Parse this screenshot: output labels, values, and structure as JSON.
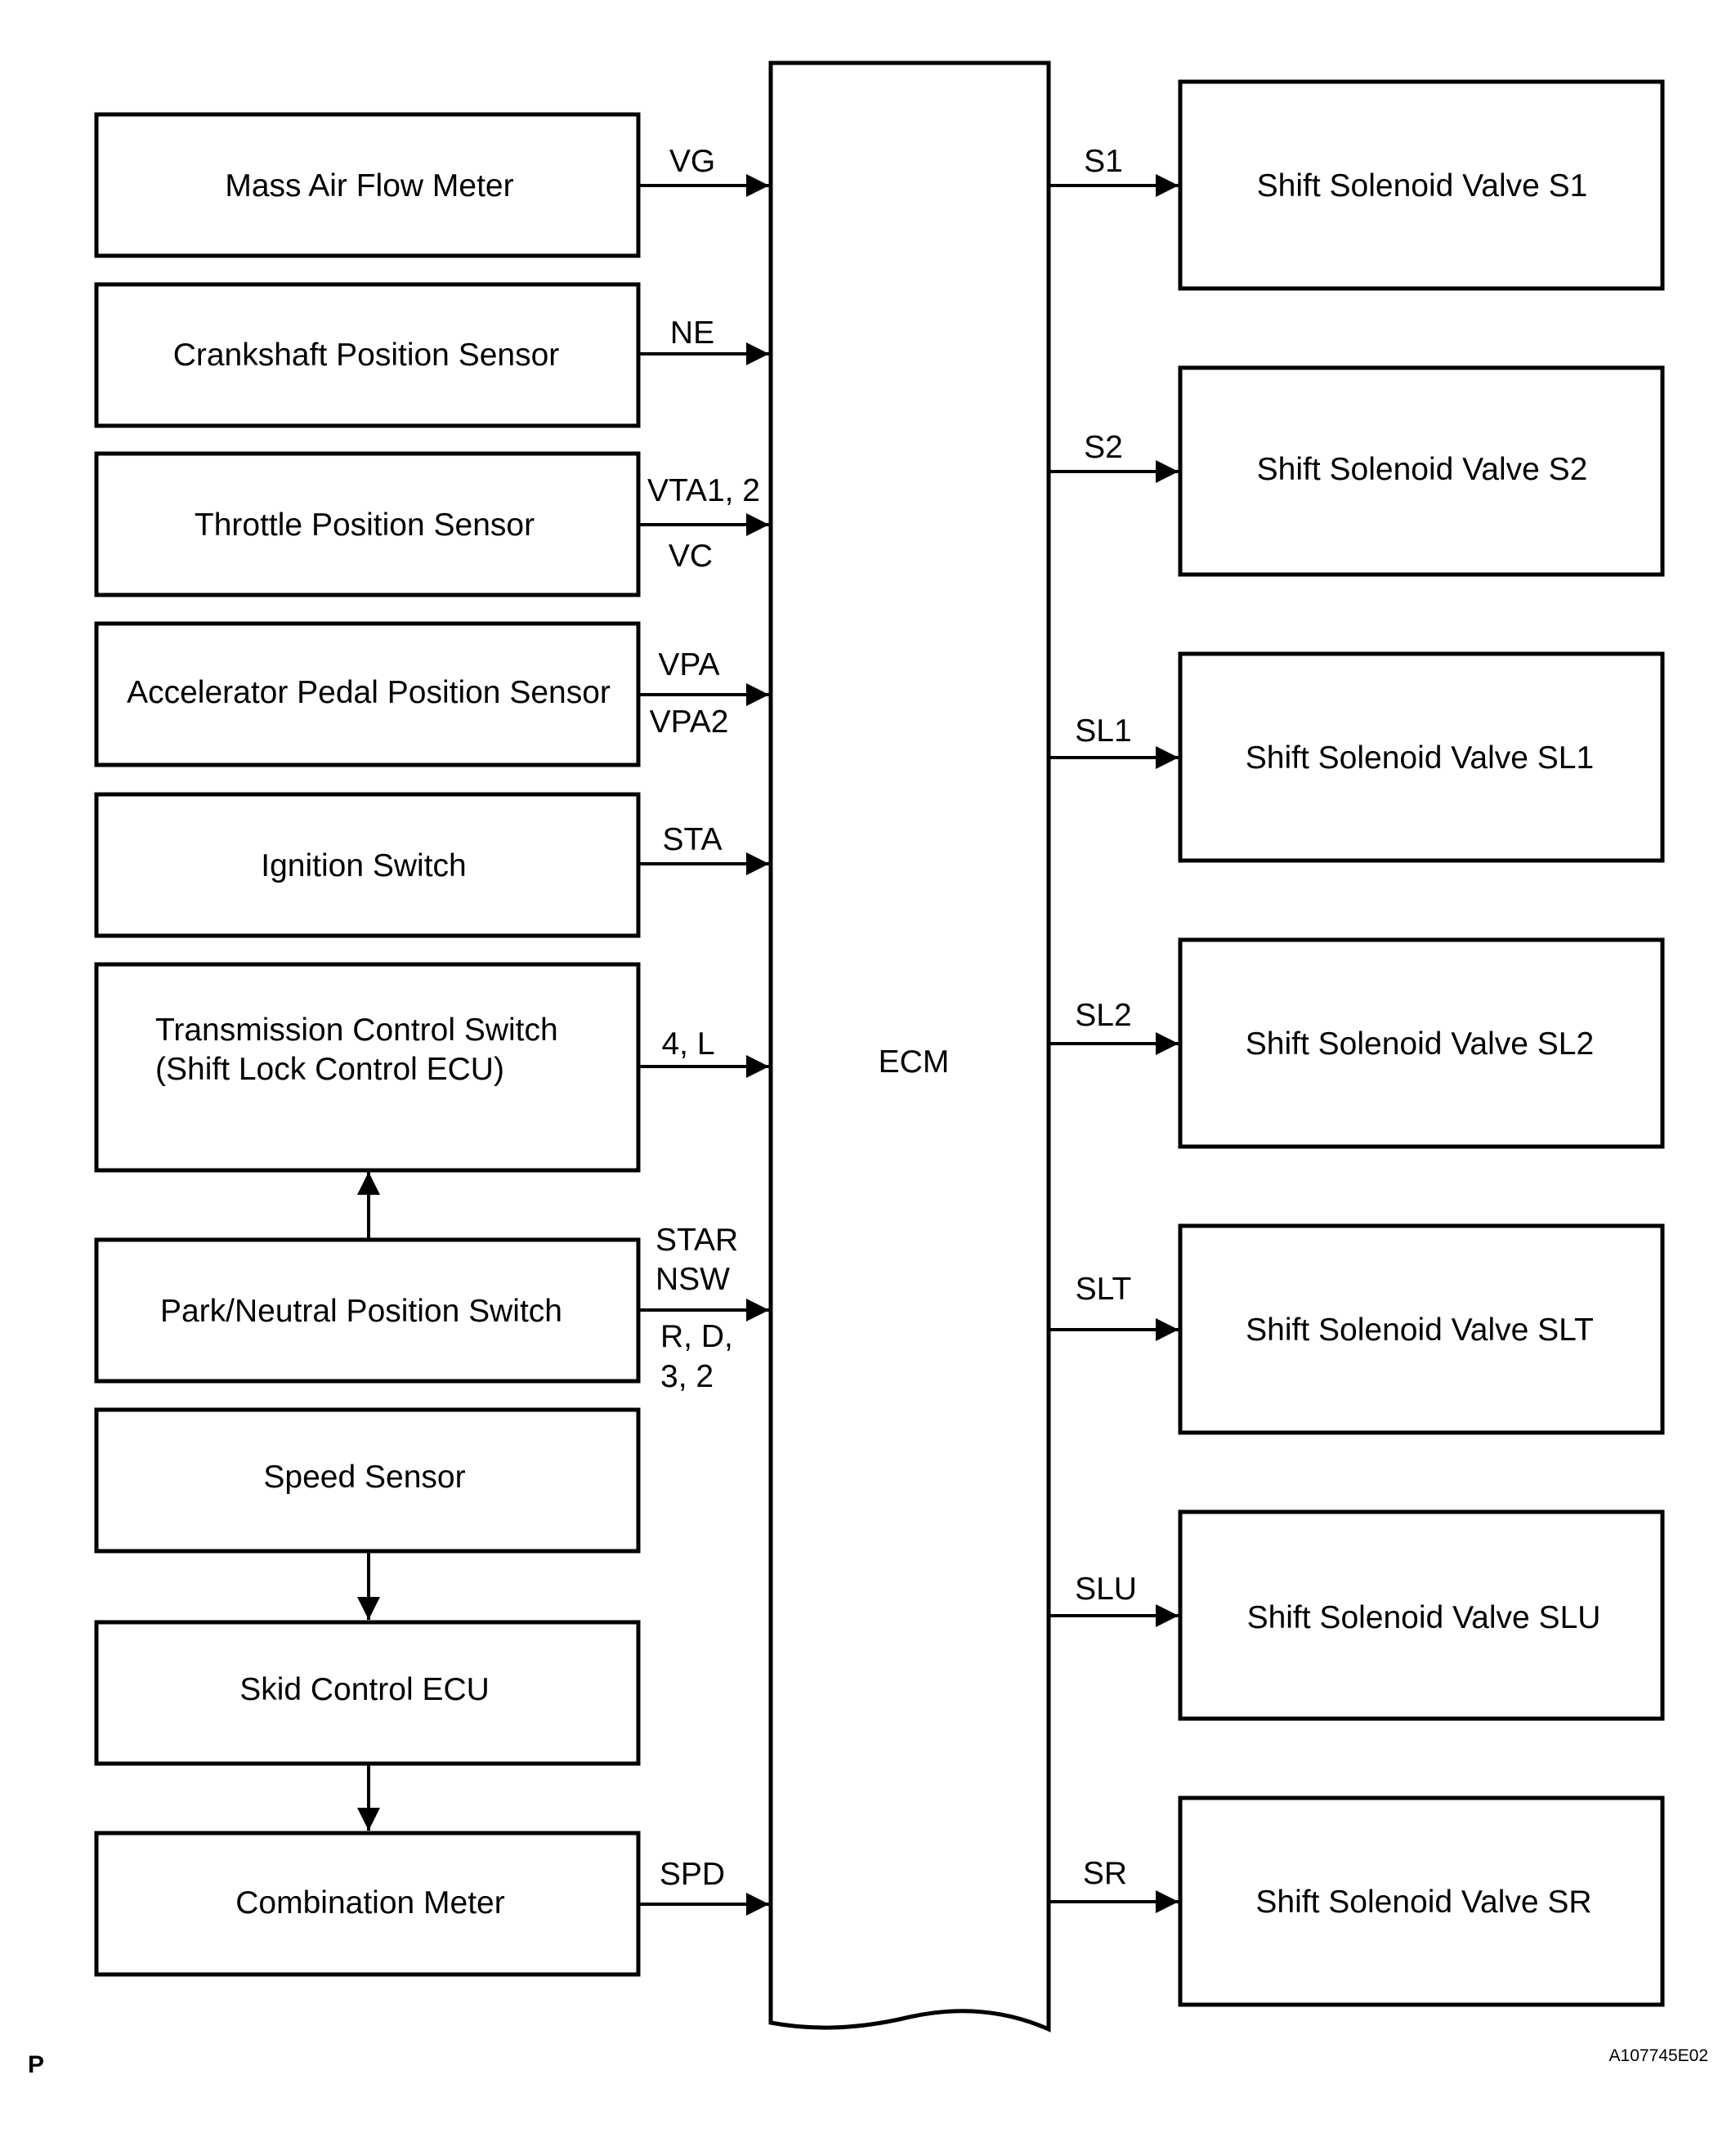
{
  "ecm": {
    "label": "ECM"
  },
  "inputs": {
    "maf": {
      "label": "Mass Air Flow Meter",
      "signal": "VG"
    },
    "ckp": {
      "label": "Crankshaft Position Sensor",
      "signal": "NE"
    },
    "tps": {
      "label": "Throttle Position Sensor",
      "signal_top": "VTA1, 2",
      "signal_bottom": "VC"
    },
    "apps": {
      "label": "Accelerator Pedal Position Sensor",
      "signal_top": "VPA",
      "signal_bottom": "VPA2"
    },
    "ign": {
      "label": "Ignition Switch",
      "signal": "STA"
    },
    "tcs": {
      "line1": "Transmission Control Switch",
      "line2": "(Shift Lock Control ECU)",
      "signal": "4, L"
    },
    "pnp": {
      "label": "Park/Neutral Position Switch",
      "signal_line1": "STAR",
      "signal_line2": "NSW",
      "signal_line3": "R, D,",
      "signal_line4": "3, 2"
    },
    "speed": {
      "label": "Speed Sensor"
    },
    "skid": {
      "label": "Skid Control ECU"
    },
    "meter": {
      "label": "Combination Meter",
      "signal": "SPD"
    }
  },
  "outputs": [
    {
      "label": "Shift Solenoid Valve S1",
      "signal": "S1"
    },
    {
      "label": "Shift Solenoid Valve S2",
      "signal": "S2"
    },
    {
      "label": "Shift Solenoid Valve SL1",
      "signal": "SL1"
    },
    {
      "label": "Shift Solenoid Valve SL2",
      "signal": "SL2"
    },
    {
      "label": "Shift Solenoid Valve SLT",
      "signal": "SLT"
    },
    {
      "label": "Shift Solenoid Valve SLU",
      "signal": "SLU"
    },
    {
      "label": "Shift Solenoid Valve SR",
      "signal": "SR"
    }
  ],
  "footer": {
    "left_mark": "P",
    "figure_id": "A107745E02"
  }
}
